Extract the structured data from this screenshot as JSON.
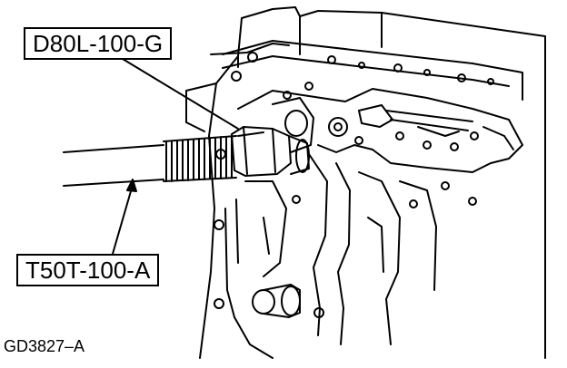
{
  "callouts": {
    "tool_top": "D80L-100-G",
    "tool_bottom": "T50T-100-A"
  },
  "figure_id": "GD3827–A",
  "colors": {
    "line": "#000000",
    "background": "#ffffff"
  }
}
